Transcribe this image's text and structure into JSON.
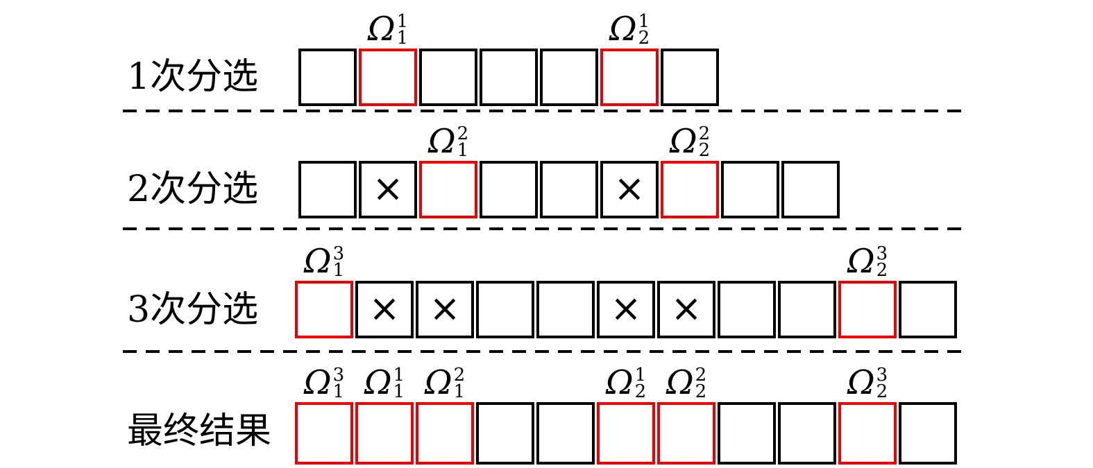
{
  "figure": {
    "background": "#ffffff",
    "box_border_black": "#000000",
    "box_border_red": "#ee0000",
    "omega": "Ω",
    "cross_mark": "×"
  },
  "rows": [
    {
      "label": "1次分选",
      "cells": [
        {
          "border": "black"
        },
        {
          "border": "red",
          "tag_sub": "1",
          "tag_sup": "1"
        },
        {
          "border": "black"
        },
        {
          "border": "black"
        },
        {
          "border": "black"
        },
        {
          "border": "red",
          "tag_sub": "2",
          "tag_sup": "1"
        },
        {
          "border": "black"
        }
      ]
    },
    {
      "label": "2次分选",
      "cells": [
        {
          "border": "black"
        },
        {
          "border": "black",
          "mark": "×"
        },
        {
          "border": "red",
          "tag_sub": "1",
          "tag_sup": "2"
        },
        {
          "border": "black"
        },
        {
          "border": "black"
        },
        {
          "border": "black",
          "mark": "×"
        },
        {
          "border": "red",
          "tag_sub": "2",
          "tag_sup": "2"
        },
        {
          "border": "black"
        },
        {
          "border": "black"
        }
      ]
    },
    {
      "label": "3次分选",
      "cells": [
        {
          "border": "red",
          "tag_sub": "1",
          "tag_sup": "3"
        },
        {
          "border": "black",
          "mark": "×"
        },
        {
          "border": "black",
          "mark": "×"
        },
        {
          "border": "black"
        },
        {
          "border": "black"
        },
        {
          "border": "black",
          "mark": "×"
        },
        {
          "border": "black",
          "mark": "×"
        },
        {
          "border": "black"
        },
        {
          "border": "black"
        },
        {
          "border": "red",
          "tag_sub": "2",
          "tag_sup": "3"
        },
        {
          "border": "black"
        }
      ]
    },
    {
      "label": "最终结果",
      "cells": [
        {
          "border": "red",
          "tag_sub": "1",
          "tag_sup": "3"
        },
        {
          "border": "red",
          "tag_sub": "1",
          "tag_sup": "1"
        },
        {
          "border": "red",
          "tag_sub": "1",
          "tag_sup": "2"
        },
        {
          "border": "black"
        },
        {
          "border": "black"
        },
        {
          "border": "red",
          "tag_sub": "2",
          "tag_sup": "1"
        },
        {
          "border": "red",
          "tag_sub": "2",
          "tag_sup": "2"
        },
        {
          "border": "black"
        },
        {
          "border": "black"
        },
        {
          "border": "red",
          "tag_sub": "2",
          "tag_sup": "3"
        },
        {
          "border": "black"
        }
      ]
    }
  ]
}
